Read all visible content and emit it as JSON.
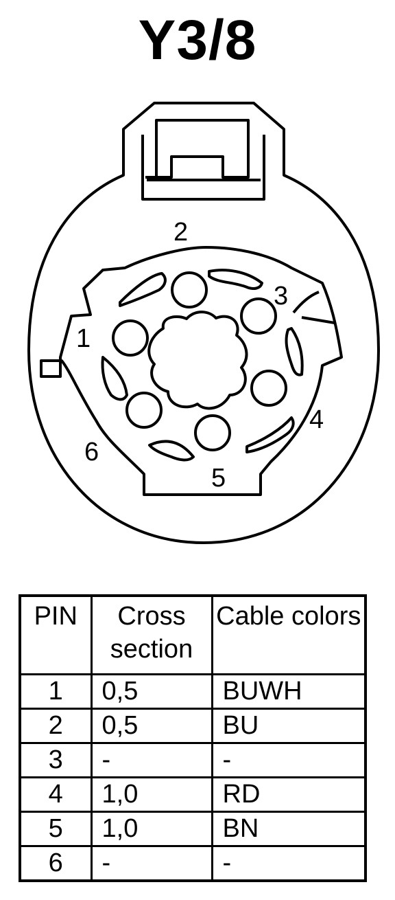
{
  "title": "Y3/8",
  "pin_labels": [
    "1",
    "2",
    "3",
    "4",
    "5",
    "6"
  ],
  "table": {
    "headers": {
      "pin": "PIN",
      "cross_section": "Cross section",
      "cable_colors": "Cable colors"
    },
    "rows": [
      {
        "pin": "1",
        "cross_section": "0,5",
        "cable_colors": "BUWH"
      },
      {
        "pin": "2",
        "cross_section": "0,5",
        "cable_colors": "BU"
      },
      {
        "pin": "3",
        "cross_section": "-",
        "cable_colors": "-"
      },
      {
        "pin": "4",
        "cross_section": "1,0",
        "cable_colors": "RD"
      },
      {
        "pin": "5",
        "cross_section": "1,0",
        "cable_colors": "BN"
      },
      {
        "pin": "6",
        "cross_section": "-",
        "cable_colors": "-"
      }
    ]
  }
}
